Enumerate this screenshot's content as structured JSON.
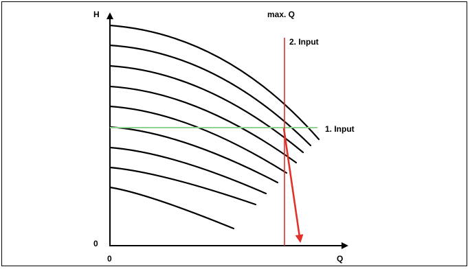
{
  "labels": {
    "y_axis": "H",
    "x_axis": "Q",
    "origin_y": "0",
    "origin_x": "0",
    "max_q": "max.  Q",
    "input_1": "1. Input",
    "input_2": "2. Input"
  },
  "colors": {
    "curves": "#000000",
    "axes": "#000000",
    "input_1_line": "#8fd18f",
    "input_2_line": "#e0312a",
    "result_arrow": "#e0312a"
  },
  "curve_count": 9
}
